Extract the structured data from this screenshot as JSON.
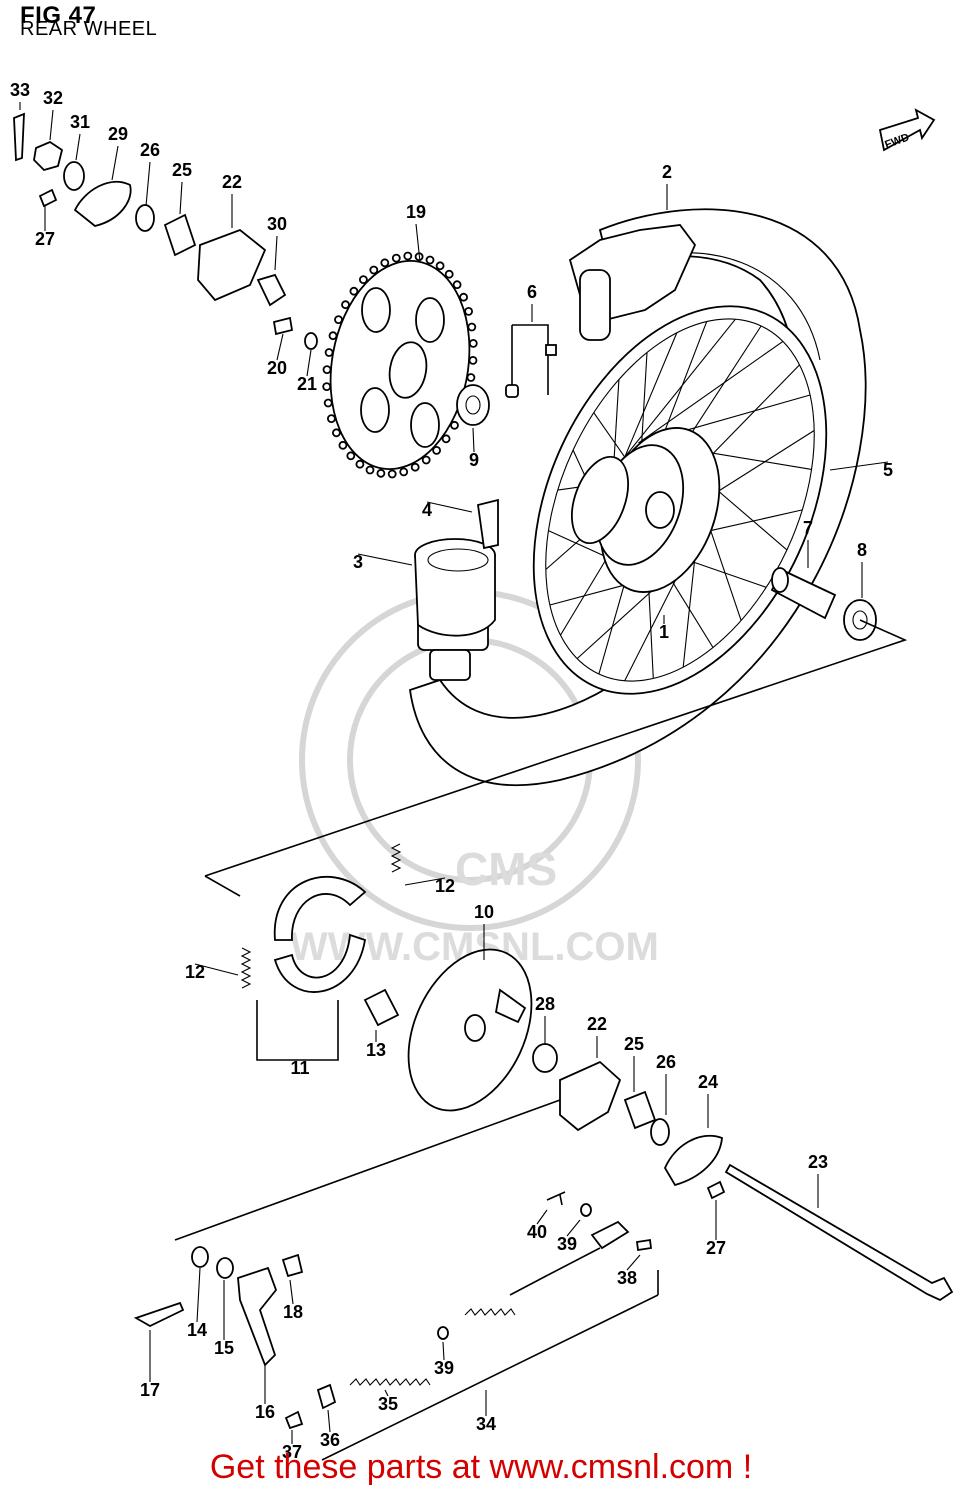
{
  "figure": {
    "title": "FIG 47",
    "subtitle": "REAR WHEEL",
    "fwd_label": "FWD"
  },
  "watermark": {
    "brand": "CMS",
    "url": "WWW.CMSNL.COM"
  },
  "callouts": [
    {
      "id": "c33",
      "text": "33"
    },
    {
      "id": "c32",
      "text": "32"
    },
    {
      "id": "c31",
      "text": "31"
    },
    {
      "id": "c29",
      "text": "29"
    },
    {
      "id": "c26a",
      "text": "26"
    },
    {
      "id": "c25a",
      "text": "25"
    },
    {
      "id": "c22a",
      "text": "22"
    },
    {
      "id": "c27a",
      "text": "27"
    },
    {
      "id": "c30",
      "text": "30"
    },
    {
      "id": "c20",
      "text": "20"
    },
    {
      "id": "c21",
      "text": "21"
    },
    {
      "id": "c19",
      "text": "19"
    },
    {
      "id": "c9",
      "text": "9"
    },
    {
      "id": "c6",
      "text": "6"
    },
    {
      "id": "c2",
      "text": "2"
    },
    {
      "id": "c5",
      "text": "5"
    },
    {
      "id": "c4",
      "text": "4"
    },
    {
      "id": "c3",
      "text": "3"
    },
    {
      "id": "c7",
      "text": "7"
    },
    {
      "id": "c8",
      "text": "8"
    },
    {
      "id": "c1",
      "text": "1"
    },
    {
      "id": "c12a",
      "text": "12"
    },
    {
      "id": "c12b",
      "text": "12"
    },
    {
      "id": "c10",
      "text": "10"
    },
    {
      "id": "c11",
      "text": "11"
    },
    {
      "id": "c13",
      "text": "13"
    },
    {
      "id": "c28",
      "text": "28"
    },
    {
      "id": "c22b",
      "text": "22"
    },
    {
      "id": "c25b",
      "text": "25"
    },
    {
      "id": "c26b",
      "text": "26"
    },
    {
      "id": "c24",
      "text": "24"
    },
    {
      "id": "c23",
      "text": "23"
    },
    {
      "id": "c27b",
      "text": "27"
    },
    {
      "id": "c40",
      "text": "40"
    },
    {
      "id": "c39a",
      "text": "39"
    },
    {
      "id": "c38",
      "text": "38"
    },
    {
      "id": "c14",
      "text": "14"
    },
    {
      "id": "c15",
      "text": "15"
    },
    {
      "id": "c18",
      "text": "18"
    },
    {
      "id": "c17",
      "text": "17"
    },
    {
      "id": "c16",
      "text": "16"
    },
    {
      "id": "c37",
      "text": "37"
    },
    {
      "id": "c36",
      "text": "36"
    },
    {
      "id": "c35",
      "text": "35"
    },
    {
      "id": "c39b",
      "text": "39"
    },
    {
      "id": "c34",
      "text": "34"
    }
  ],
  "footer": {
    "text": "Get these parts at www.cmsnl.com !",
    "color": "#d40000"
  }
}
